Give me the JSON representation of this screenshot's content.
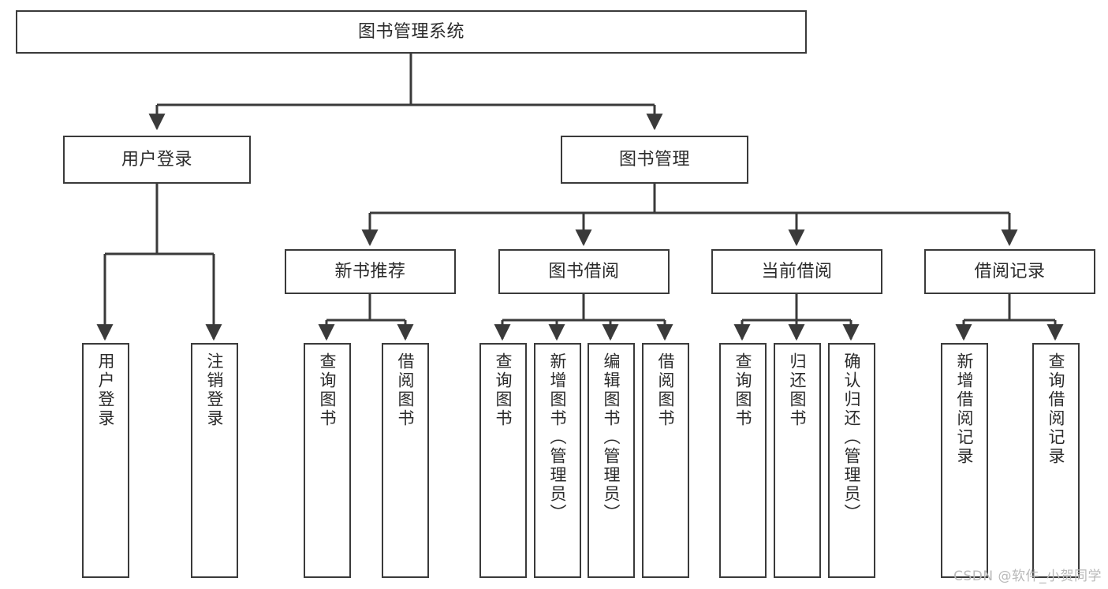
{
  "diagram": {
    "title": "图书管理系统",
    "watermark": "CSDN @软件_小贺同学",
    "stroke_color": "#3a3a3a",
    "text_color": "#2b2b2b",
    "background": "#ffffff",
    "watermark_color": "#b9b9b9"
  },
  "nodes": {
    "root": {
      "label": "图书管理系统"
    },
    "level1": [
      {
        "label": "用户登录"
      },
      {
        "label": "图书管理"
      }
    ],
    "level2": [
      {
        "label": "新书推荐"
      },
      {
        "label": "图书借阅"
      },
      {
        "label": "当前借阅"
      },
      {
        "label": "借阅记录"
      }
    ],
    "login_children": [
      {
        "label": "用户登录"
      },
      {
        "label": "注销登录"
      }
    ],
    "newbook_children": [
      {
        "label": "查询图书"
      },
      {
        "label": "借阅图书"
      }
    ],
    "borrow_children": [
      {
        "label": "查询图书"
      },
      {
        "label": "新增图书（管理员）"
      },
      {
        "label": "编辑图书（管理员）"
      },
      {
        "label": "借阅图书"
      }
    ],
    "current_children": [
      {
        "label": "查询图书"
      },
      {
        "label": "归还图书"
      },
      {
        "label": "确认归还（管理员）"
      }
    ],
    "record_children": [
      {
        "label": "新增借阅记录"
      },
      {
        "label": "查询借阅记录"
      }
    ]
  },
  "chart_data": {
    "type": "diagram",
    "subtype": "tree",
    "title": "图书管理系统",
    "orientation": "top-down",
    "tree": {
      "name": "图书管理系统",
      "children": [
        {
          "name": "用户登录",
          "children": [
            {
              "name": "用户登录"
            },
            {
              "name": "注销登录"
            }
          ]
        },
        {
          "name": "图书管理",
          "children": [
            {
              "name": "新书推荐",
              "children": [
                {
                  "name": "查询图书"
                },
                {
                  "name": "借阅图书"
                }
              ]
            },
            {
              "name": "图书借阅",
              "children": [
                {
                  "name": "查询图书"
                },
                {
                  "name": "新增图书（管理员）"
                },
                {
                  "name": "编辑图书（管理员）"
                },
                {
                  "name": "借阅图书"
                }
              ]
            },
            {
              "name": "当前借阅",
              "children": [
                {
                  "name": "查询图书"
                },
                {
                  "name": "归还图书"
                },
                {
                  "name": "确认归还（管理员）"
                }
              ]
            },
            {
              "name": "借阅记录",
              "children": [
                {
                  "name": "新增借阅记录"
                },
                {
                  "name": "查询借阅记录"
                }
              ]
            }
          ]
        }
      ]
    }
  }
}
